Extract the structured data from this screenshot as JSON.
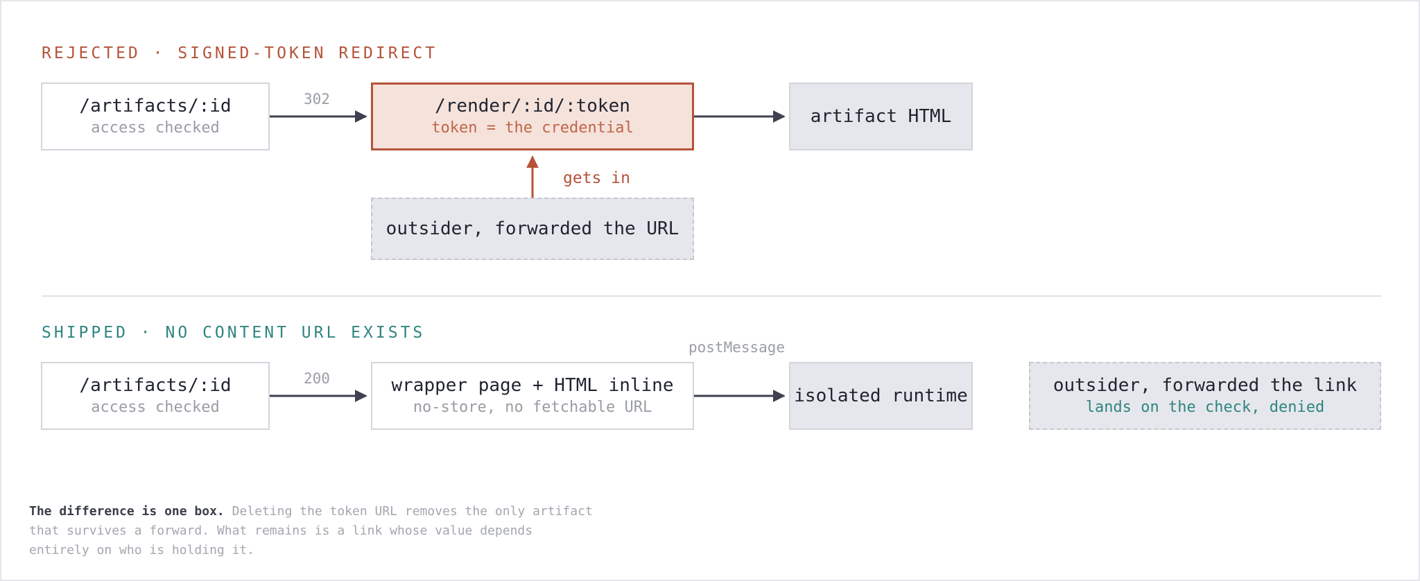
{
  "rejected": {
    "title": "REJECTED · SIGNED-TOKEN REDIRECT",
    "artifacts_box": {
      "main": "/artifacts/:id",
      "sub": "access checked"
    },
    "status_label": "302",
    "render_box": {
      "main": "/render/:id/:token",
      "sub": "token = the credential"
    },
    "artifact_html_box": {
      "main": "artifact HTML"
    },
    "gets_in_label": "gets in",
    "outsider_box": {
      "main": "outsider, forwarded the URL"
    }
  },
  "shipped": {
    "title": "SHIPPED · NO CONTENT URL EXISTS",
    "artifacts_box": {
      "main": "/artifacts/:id",
      "sub": "access checked"
    },
    "status_label": "200",
    "wrapper_box": {
      "main": "wrapper page + HTML inline",
      "sub": "no-store, no fetchable URL"
    },
    "postmessage_label": "postMessage",
    "runtime_box": {
      "main": "isolated runtime"
    },
    "outsider_box": {
      "main": "outsider, forwarded the link",
      "sub": "lands on the check, denied"
    }
  },
  "footnote": {
    "lead": "The difference is one box.",
    "body": "Deleting the token URL removes the only artifact that survives a forward. What remains is a link whose value depends entirely on who is holding it."
  },
  "colors": {
    "rejected_accent": "#b5533a",
    "shipped_accent": "#2f8580",
    "arrow": "#3d4150",
    "box_fill_gray": "#e6e7ec",
    "box_fill_danger": "#f5e2db"
  }
}
